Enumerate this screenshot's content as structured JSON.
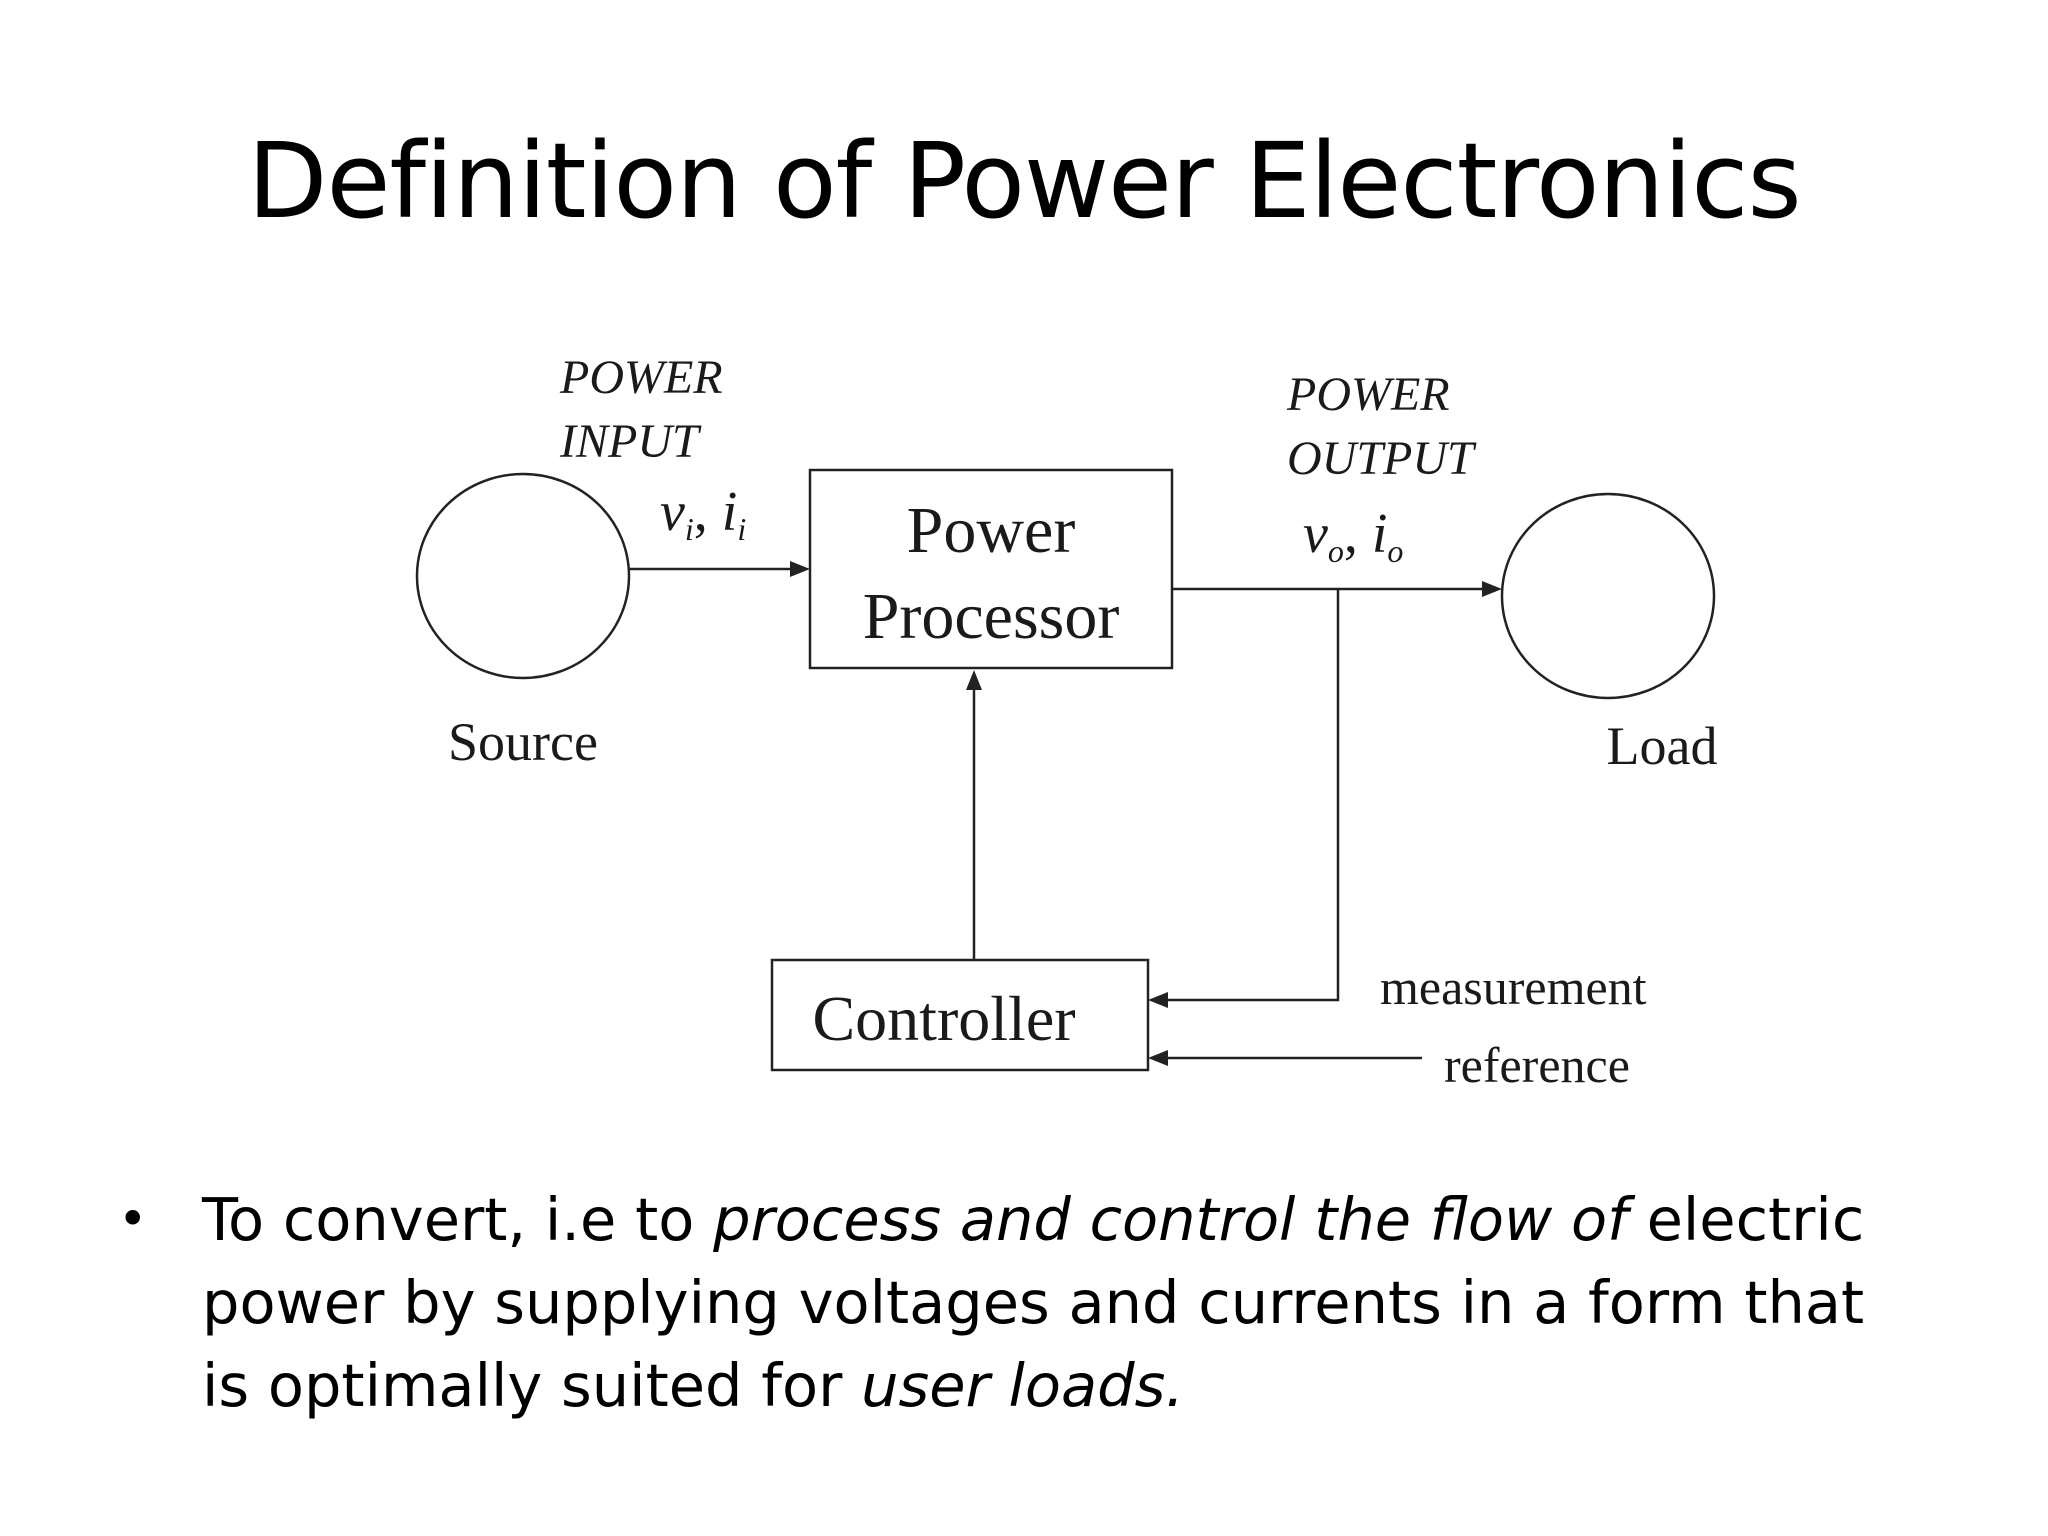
{
  "title": "Definition of Power Electronics",
  "diagram": {
    "source_label": "Source",
    "load_label": "Load",
    "input_label_line1": "POWER",
    "input_label_line2": "INPUT",
    "input_v": "v",
    "input_v_sub": "i",
    "input_sep": ",",
    "input_i": "i",
    "input_i_sub": "i",
    "output_label_line1": "POWER",
    "output_label_line2": "OUTPUT",
    "output_v": "v",
    "output_v_sub": "o",
    "output_sep": ",",
    "output_i": "i",
    "output_i_sub": "o",
    "processor_line1": "Power",
    "processor_line2": "Processor",
    "controller_label": "Controller",
    "measurement_label": "measurement",
    "reference_label": "reference"
  },
  "bullet": {
    "marker": "•",
    "part1": "To convert, i.e to ",
    "part2_italic": "process and control the flow of",
    "part3": " electric power by supplying voltages and currents in a form that is optimally suited for ",
    "part4_italic": "user loads."
  }
}
